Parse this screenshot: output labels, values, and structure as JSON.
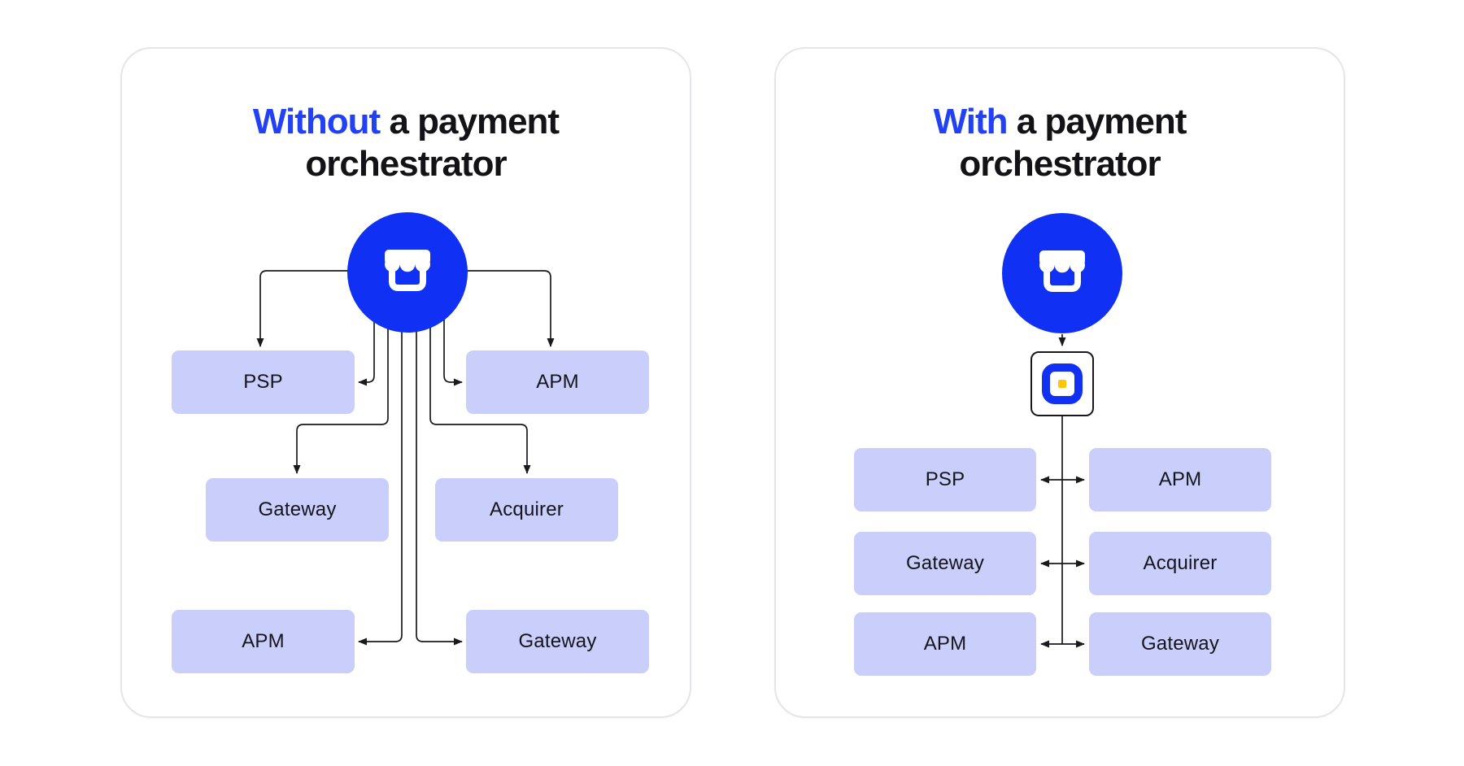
{
  "colors": {
    "accent_blue": "#1031F3",
    "title_blue": "#2240F4",
    "box_fill": "#C9CEFA",
    "wire": "#19191E",
    "card_border": "#E5E5EA",
    "logo_yellow": "#FFC60A",
    "text_dark": "#121217"
  },
  "panels": [
    {
      "id": "without",
      "title": {
        "highlight": "Without",
        "rest": " a payment",
        "line2": "orchestrator"
      },
      "merchant": {
        "icon": "storefront-icon"
      },
      "boxes": [
        {
          "label": "PSP"
        },
        {
          "label": "APM"
        },
        {
          "label": "Gateway"
        },
        {
          "label": "Acquirer"
        },
        {
          "label": "APM"
        },
        {
          "label": "Gateway"
        }
      ],
      "connections": [
        {
          "from": "Merchant",
          "to": "PSP",
          "via": "top of box"
        },
        {
          "from": "Merchant",
          "to": "APM",
          "via": "top of box"
        },
        {
          "from": "Merchant",
          "to": "PSP",
          "via": "right side of box"
        },
        {
          "from": "Merchant",
          "to": "APM",
          "via": "left side of box"
        },
        {
          "from": "Merchant",
          "to": "Gateway",
          "via": "top of box"
        },
        {
          "from": "Merchant",
          "to": "Acquirer",
          "via": "top of box"
        },
        {
          "from": "Merchant",
          "to": "APM (bottom)",
          "via": "right side of box"
        },
        {
          "from": "Merchant",
          "to": "Gateway (bottom)",
          "via": "left side of box"
        }
      ]
    },
    {
      "id": "with",
      "title": {
        "highlight": "With",
        "rest": " a payment",
        "line2": "orchestrator"
      },
      "merchant": {
        "icon": "storefront-icon"
      },
      "orchestrator": {
        "icon": "orchestrator-logo"
      },
      "boxes": [
        {
          "label": "PSP"
        },
        {
          "label": "APM"
        },
        {
          "label": "Gateway"
        },
        {
          "label": "Acquirer"
        },
        {
          "label": "APM"
        },
        {
          "label": "Gateway"
        }
      ],
      "connections": [
        {
          "from": "Merchant",
          "to": "Orchestrator"
        },
        {
          "from": "Orchestrator",
          "to": "PSP",
          "bidirectional": true
        },
        {
          "from": "Orchestrator",
          "to": "APM",
          "bidirectional": true
        },
        {
          "from": "Orchestrator",
          "to": "Gateway",
          "bidirectional": true
        },
        {
          "from": "Orchestrator",
          "to": "Acquirer",
          "bidirectional": true
        },
        {
          "from": "Orchestrator",
          "to": "APM (bottom)",
          "bidirectional": true
        },
        {
          "from": "Orchestrator",
          "to": "Gateway (bottom)",
          "bidirectional": true
        }
      ]
    }
  ]
}
